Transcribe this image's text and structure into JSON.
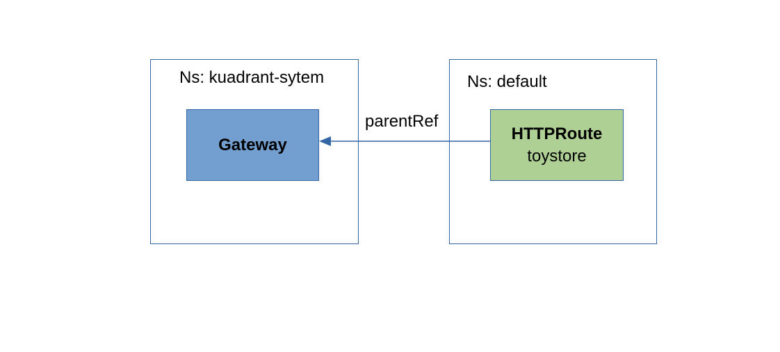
{
  "namespaces": [
    {
      "label": "Ns: kuadrant-sytem",
      "resource": {
        "kind": "Gateway",
        "name": "",
        "fill": "#729fcf"
      }
    },
    {
      "label": "Ns: default",
      "resource": {
        "kind": "HTTPRoute",
        "name": "toystore",
        "fill": "#afd095"
      }
    }
  ],
  "edge": {
    "label": "parentRef",
    "from": "HTTPRoute",
    "to": "Gateway"
  },
  "colors": {
    "border": "#3465a4",
    "arrow": "#3465a4"
  }
}
